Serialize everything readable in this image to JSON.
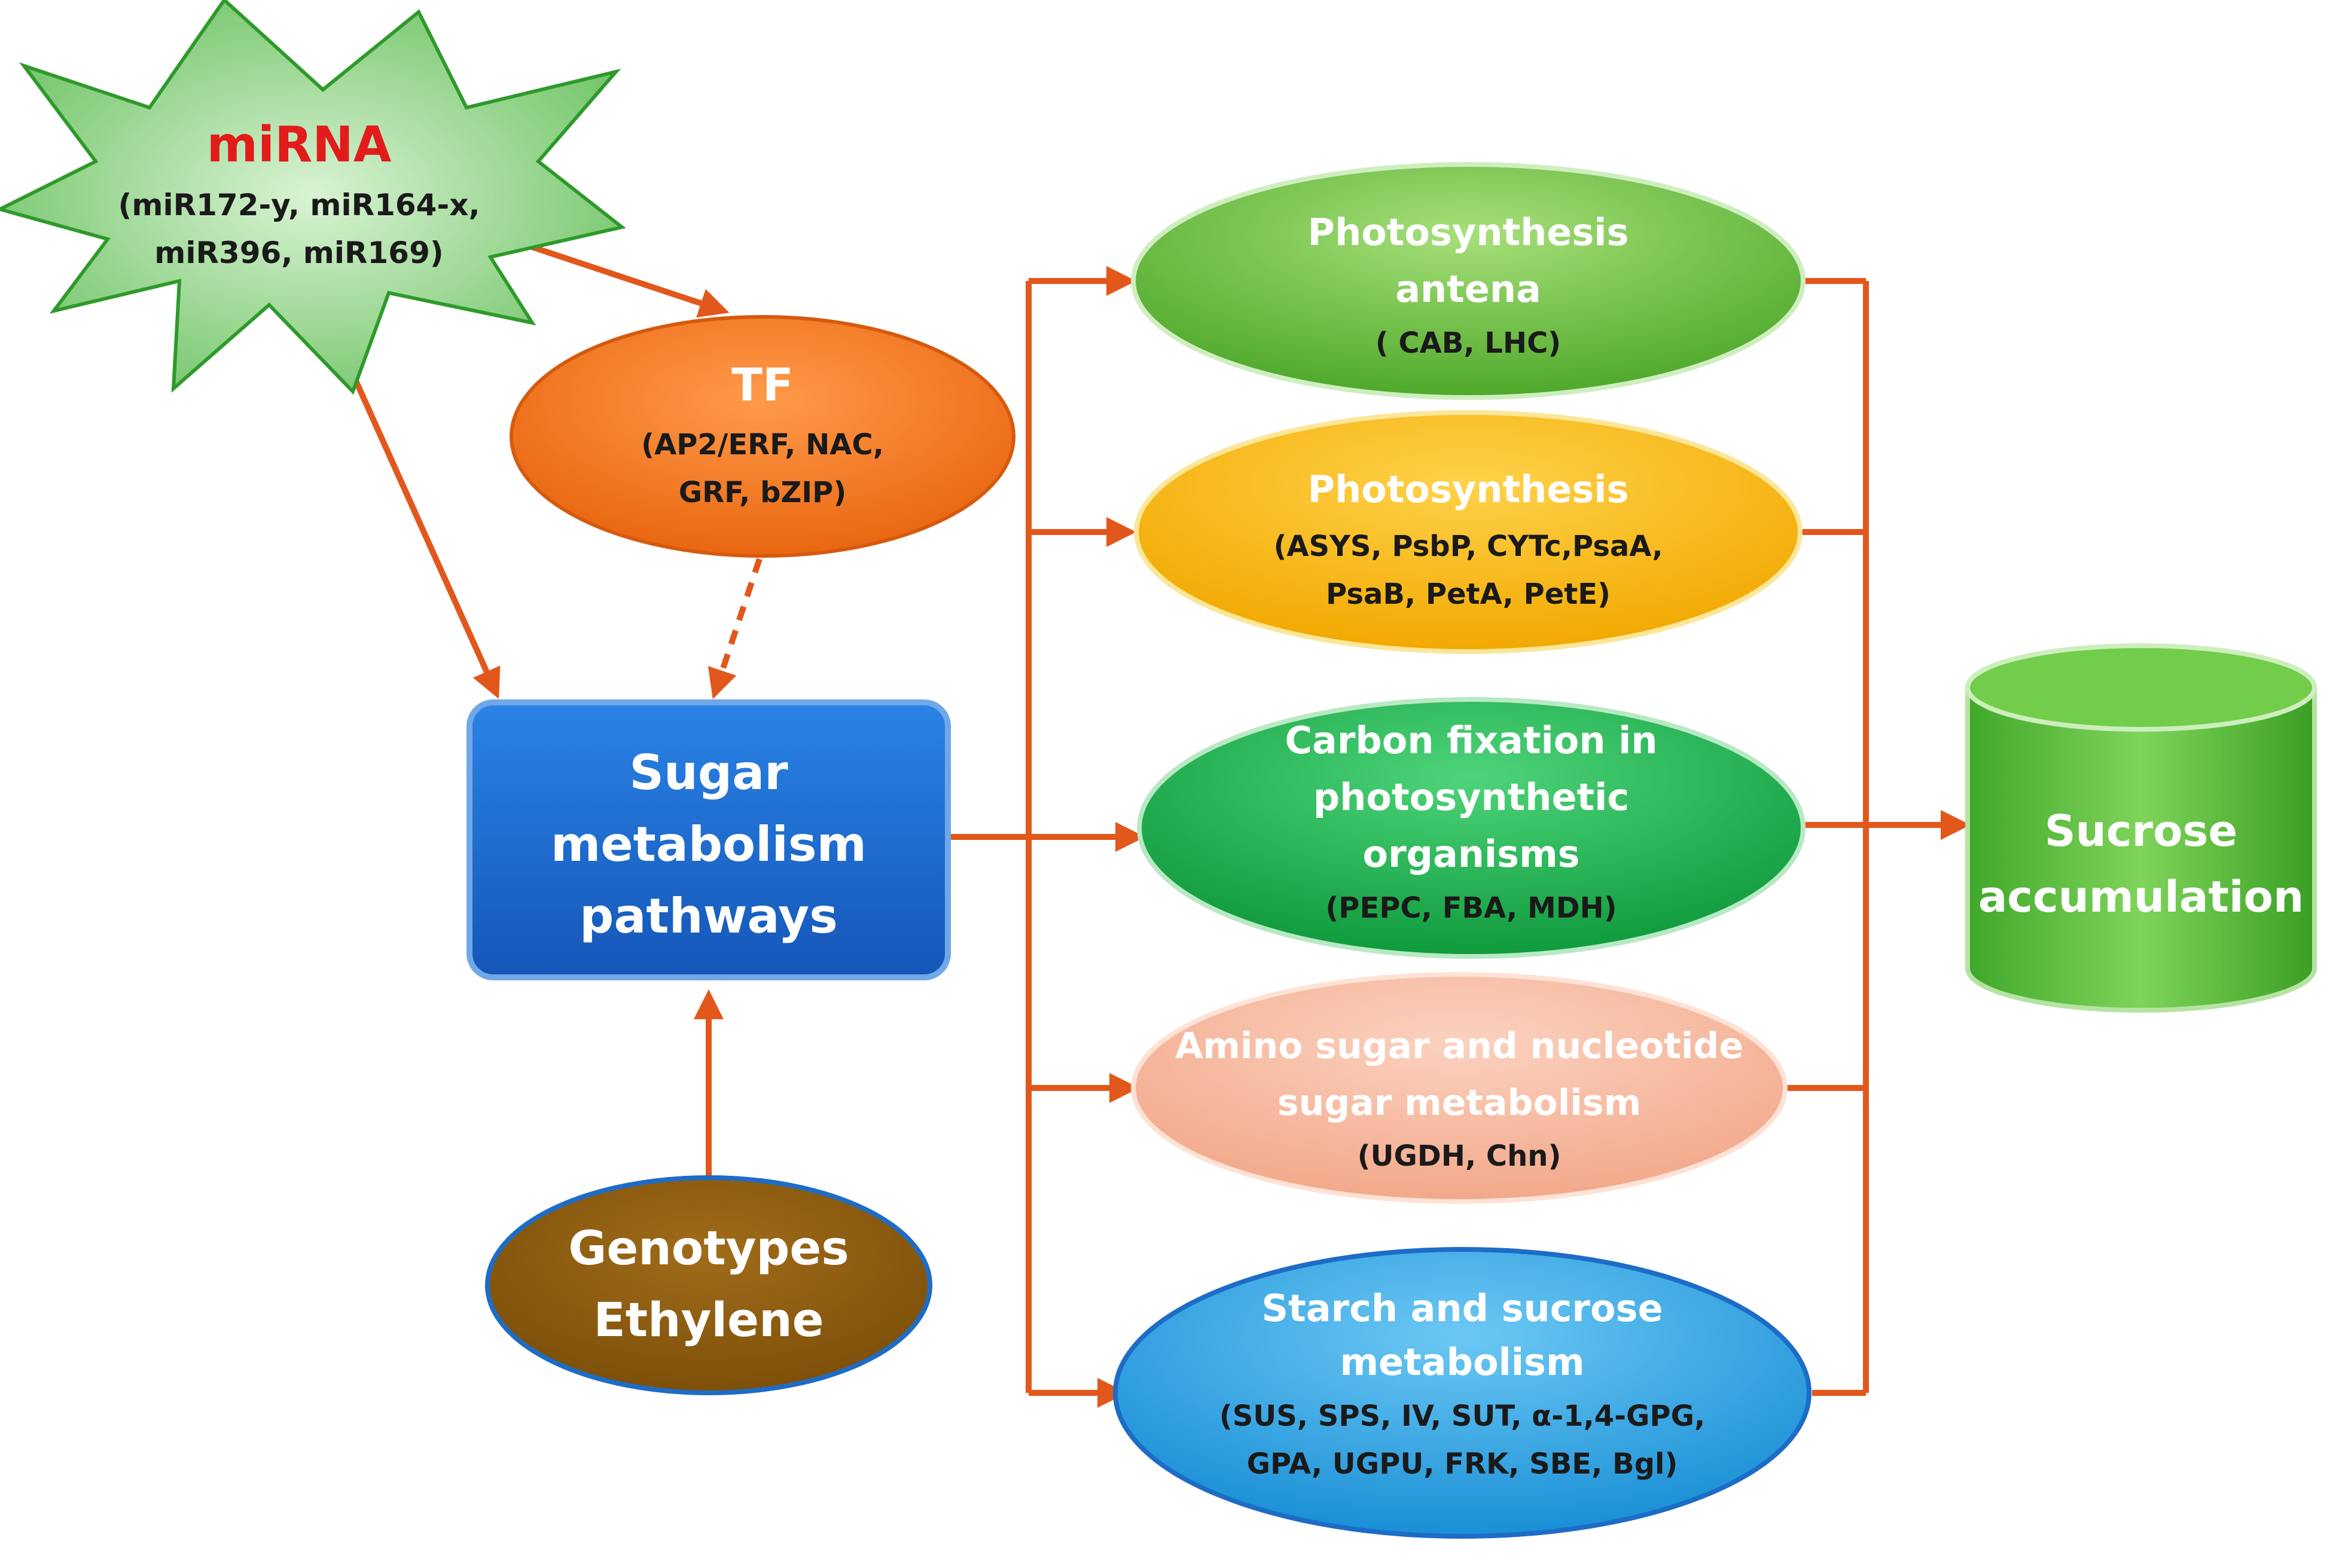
{
  "mirna": {
    "title": "miRNA",
    "lines": [
      "(miR172-y, miR164-x,",
      "miR396, miR169)"
    ]
  },
  "tf": {
    "title": "TF",
    "lines": [
      "(AP2/ERF, NAC,",
      "GRF, bZIP)"
    ]
  },
  "sugar_metabolism": {
    "lines": [
      "Sugar",
      "metabolism",
      "pathways"
    ]
  },
  "genotypes": {
    "lines": [
      "Genotypes",
      "Ethylene"
    ]
  },
  "pathways": [
    {
      "title": [
        "Photosynthesis",
        "antena"
      ],
      "genes": [
        "( CAB, LHC)"
      ]
    },
    {
      "title": [
        "Photosynthesis"
      ],
      "genes": [
        "(ASYS, PsbP, CYTc,PsaA,",
        "PsaB, PetA, PetE)"
      ]
    },
    {
      "title": [
        "Carbon fixation in",
        "photosynthetic",
        "organisms"
      ],
      "genes": [
        "(PEPC, FBA, MDH)"
      ]
    },
    {
      "title": [
        "Amino sugar and nucleotide",
        "sugar metabolism"
      ],
      "genes": [
        "(UGDH, Chn)"
      ]
    },
    {
      "title": [
        "Starch and sucrose",
        "metabolism"
      ],
      "genes": [
        "(SUS, SPS, IV, SUT, α-1,4-GPG,",
        "GPA, UGPU, FRK, SBE, Bgl)"
      ]
    }
  ],
  "result": {
    "lines": [
      "Sucrose",
      "accumulation"
    ]
  },
  "colors": {
    "arrow": "#e2571b",
    "mirna_fill": "#8fd68a",
    "tf_fill": "#f47a1f",
    "box_fill": "#1f6fd1",
    "brown_fill": "#8a5a0f",
    "photosynthesis_antena": "#6cc63a",
    "photosynthesis": "#f7bc12",
    "carbon_fixation": "#19b24a",
    "amino_sugar": "#f4b59c",
    "starch_sucrose": "#27a3e2",
    "cylinder": "#5cc33c"
  }
}
